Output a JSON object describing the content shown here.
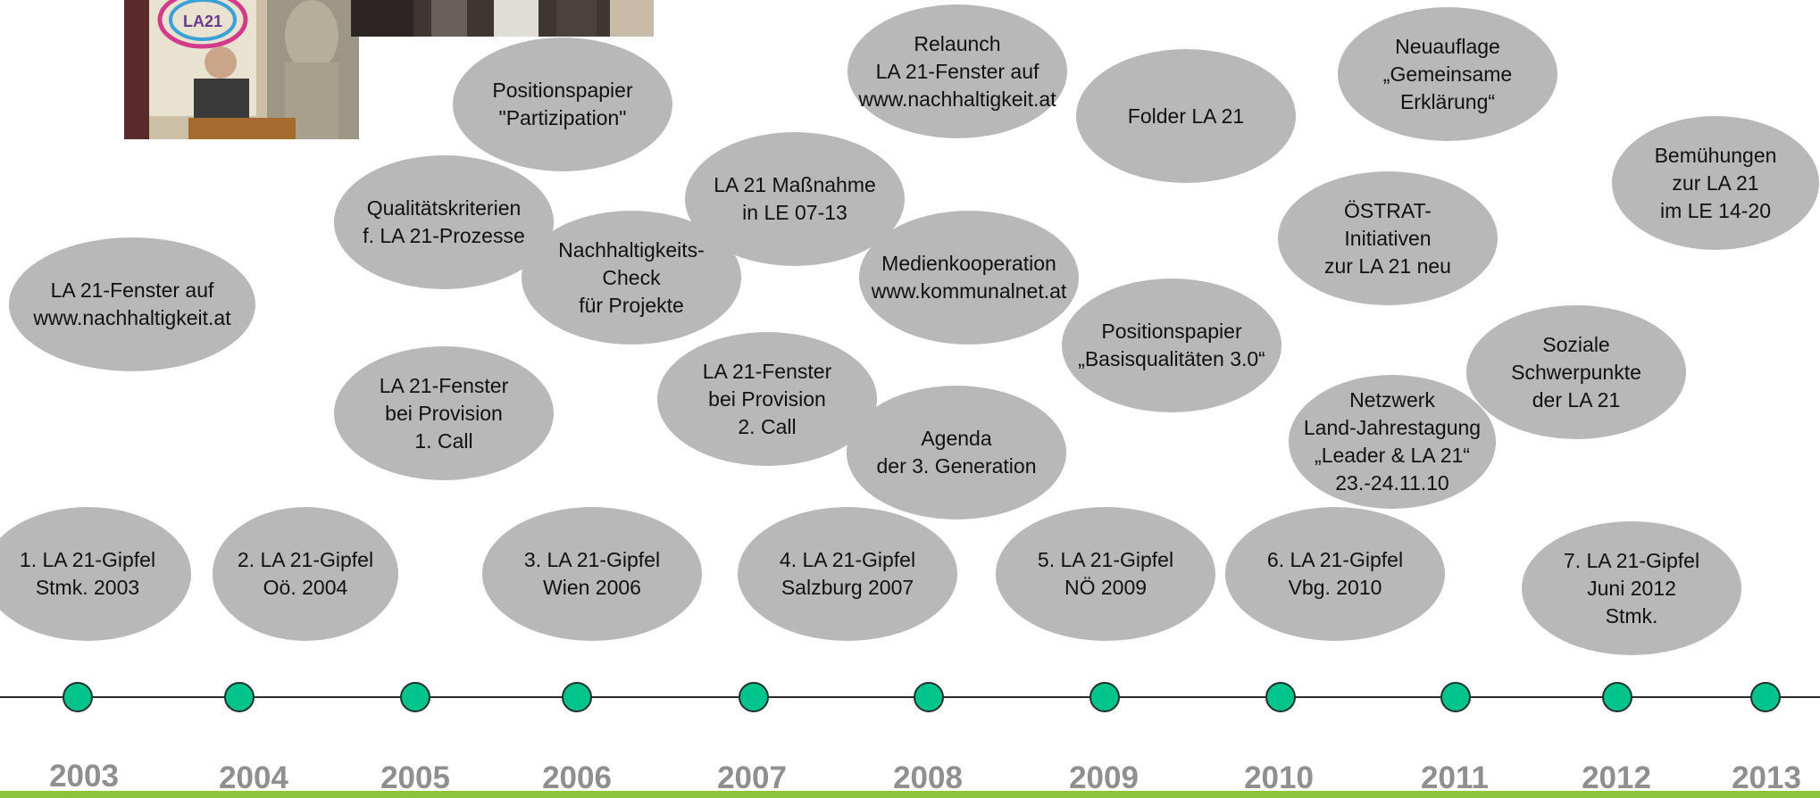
{
  "bubbles": {
    "b01": "1. LA 21-Gipfel\nStmk. 2003",
    "b02": "2. LA 21-Gipfel\nOö. 2004",
    "b03": "3. LA 21-Gipfel\nWien 2006",
    "b04": "4. LA 21-Gipfel\nSalzburg 2007",
    "b05": "5. LA 21-Gipfel\nNÖ 2009",
    "b06": "6. LA 21-Gipfel\nVbg. 2010",
    "b07": "7. LA 21-Gipfel\nJuni  2012\nStmk.",
    "b08": "LA 21-Fenster auf\nwww.nachhaltigkeit.at",
    "b09": "LA 21-Fenster\nbei Provision\n1. Call",
    "b10": "Qualitätskriterien\nf. LA 21-Prozesse",
    "b11": "Positionspapier\n\"Partizipation\"",
    "b12": "Nachhaltigkeits-\nCheck\nfür Projekte",
    "b13": "LA 21 Maßnahme\nin LE 07-13",
    "b14": "LA 21-Fenster\nbei Provision\n2. Call",
    "b15": "Agenda\nder 3. Generation",
    "b16": "Relaunch\nLA 21-Fenster auf\nwww.nachhaltigkeit.at",
    "b17": "Medienkooperation\nwww.kommunalnet.at",
    "b18": "Folder LA 21",
    "b19": "Positionspapier\n„Basisqualitäten 3.0“",
    "b20": "Neuauflage\n„Gemeinsame\nErklärung“",
    "b21": "ÖSTRAT-\nInitiativen\nzur LA 21 neu",
    "b22": "Netzwerk\nLand-Jahrestagung\n„Leader & LA 21“\n23.-24.11.10",
    "b23": "Soziale\nSchwerpunkte\nder LA 21",
    "b24": "Bemühungen\nzur LA 21\nim LE 14-20"
  },
  "years": [
    "2003",
    "2004",
    "2005",
    "2006",
    "2007",
    "2008",
    "2009",
    "2010",
    "2011",
    "2012",
    "2013"
  ],
  "photo_logo_text": "LA21",
  "colors": {
    "bubble": "#b8b8b8",
    "dot": "#00c48c",
    "year": "#8f8f8f",
    "bar": "#8cc43c"
  }
}
